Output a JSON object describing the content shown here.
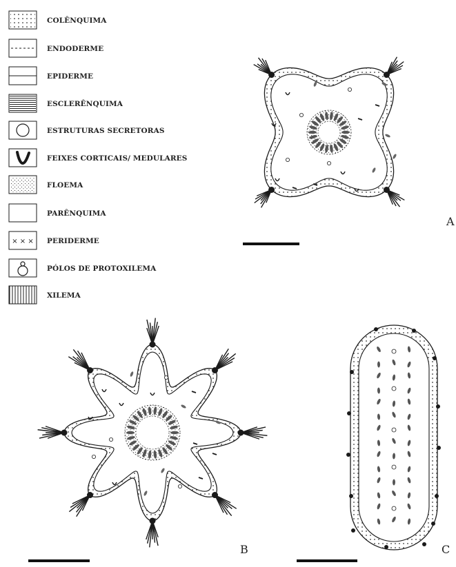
{
  "legend": {
    "items": [
      {
        "label": "COLÊNQUIMA",
        "icon": "collenchyma-swatch-icon"
      },
      {
        "label": "ENDODERME",
        "icon": "endodermis-swatch-icon"
      },
      {
        "label": "EPIDERME",
        "icon": "epidermis-swatch-icon"
      },
      {
        "label": "ESCLERÊNQUIMA",
        "icon": "sclerenchyma-swatch-icon"
      },
      {
        "label": "ESTRUTURAS SECRETORAS",
        "icon": "secretory-structure-swatch-icon"
      },
      {
        "label": "FEIXES CORTICAIS/ MEDULARES",
        "icon": "cortical-bundle-swatch-icon"
      },
      {
        "label": "FLOEMA",
        "icon": "phloem-swatch-icon"
      },
      {
        "label": "PARÊNQUIMA",
        "icon": "parenchyma-swatch-icon"
      },
      {
        "label": "PERIDERME",
        "icon": "periderm-swatch-icon"
      },
      {
        "label": "PÓLOS DE PROTOXILEMA",
        "icon": "protoxylem-pole-swatch-icon"
      },
      {
        "label": "XILEMA",
        "icon": "xylem-swatch-icon"
      }
    ]
  },
  "panels": {
    "a": {
      "label": "A"
    },
    "b": {
      "label": "B"
    },
    "c": {
      "label": "C"
    }
  },
  "colors": {
    "ink": "#1a1a1a",
    "background": "#ffffff"
  }
}
